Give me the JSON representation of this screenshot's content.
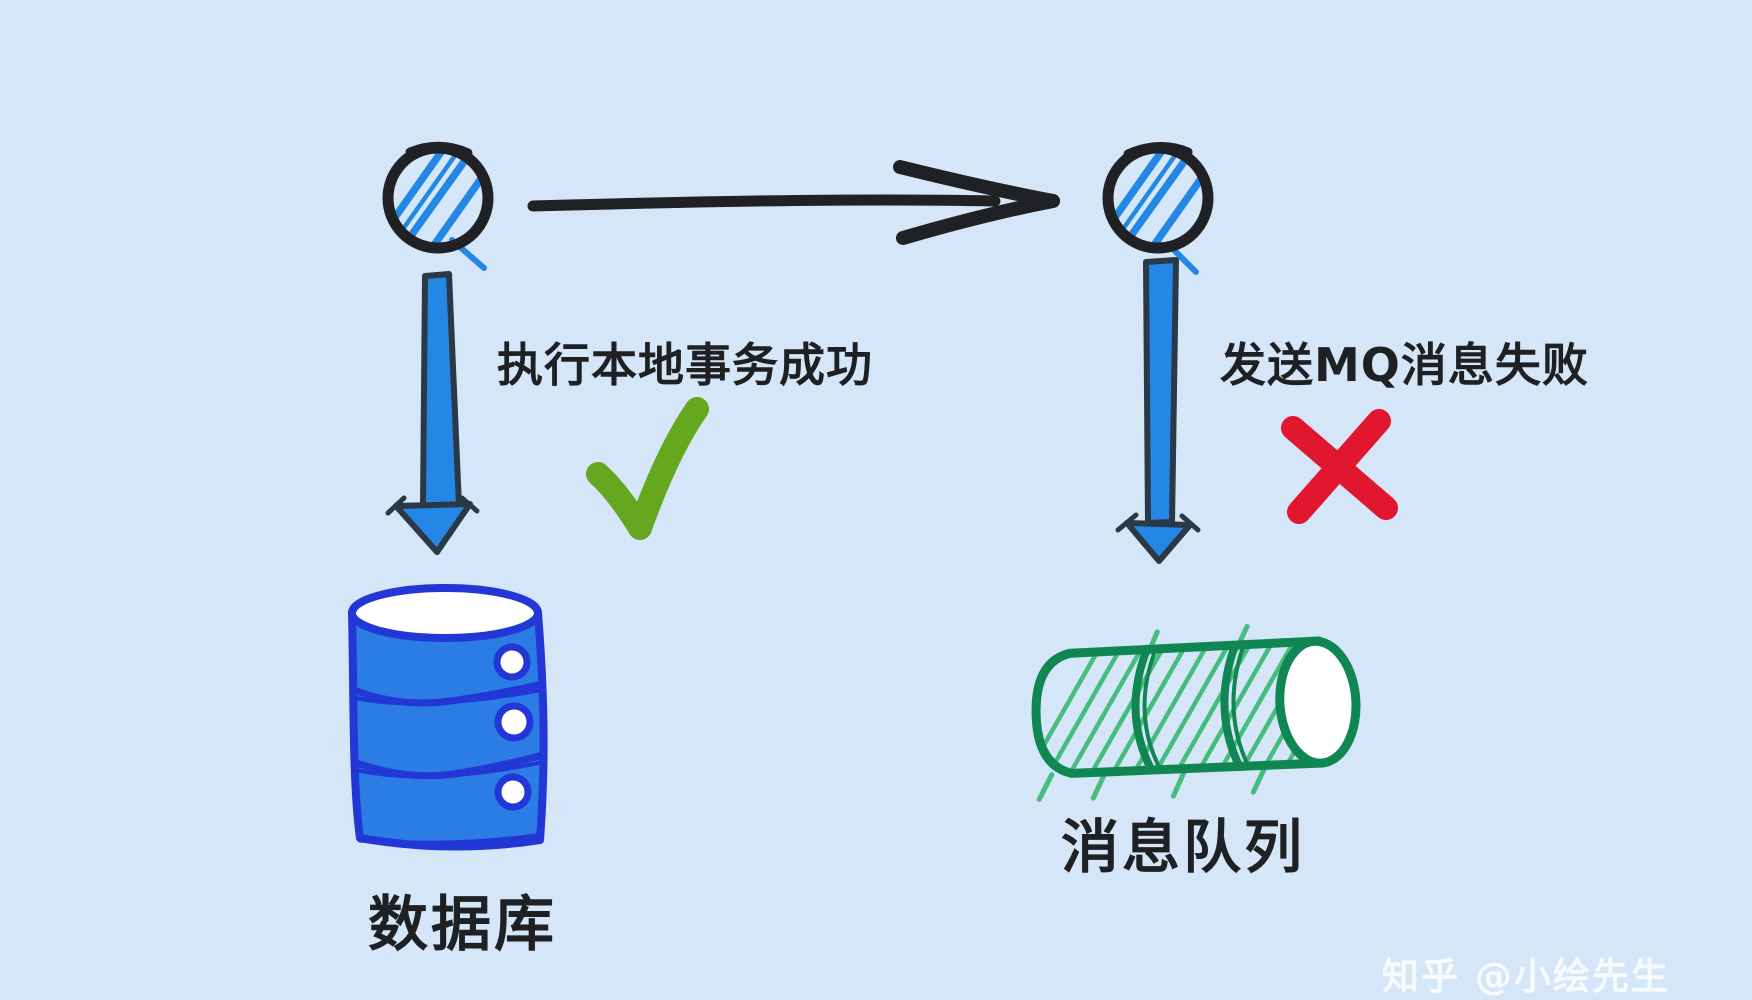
{
  "diagram": {
    "left_flow": {
      "action_label": "执行本地事务成功",
      "result": "success",
      "entity_label": "数据库"
    },
    "right_flow": {
      "action_label": "发送MQ消息失败",
      "result": "failure",
      "entity_label": "消息队列"
    },
    "watermark": "知乎 @小绘先生"
  },
  "icons": {
    "left_node": "hatched-circle-icon",
    "right_node": "hatched-circle-icon",
    "flow": "right-arrow-icon",
    "left_drop": "down-arrow-icon",
    "right_drop": "down-arrow-icon",
    "database": "database-cylinder-icon",
    "queue": "message-queue-cylinder-icon",
    "success": "check-icon",
    "failure": "cross-icon"
  },
  "colors": {
    "background": "#d4e6f7",
    "ink_black": "#1f2124",
    "sketch_blue": "#2487e6",
    "arrow_outline": "#2b3947",
    "db_fill": "#2b7ce4",
    "db_outline": "#2336d6",
    "queue_outline": "#108653",
    "queue_hatch": "#46bd7c",
    "check_green": "#65a81f",
    "cross_red": "#e1172f"
  }
}
